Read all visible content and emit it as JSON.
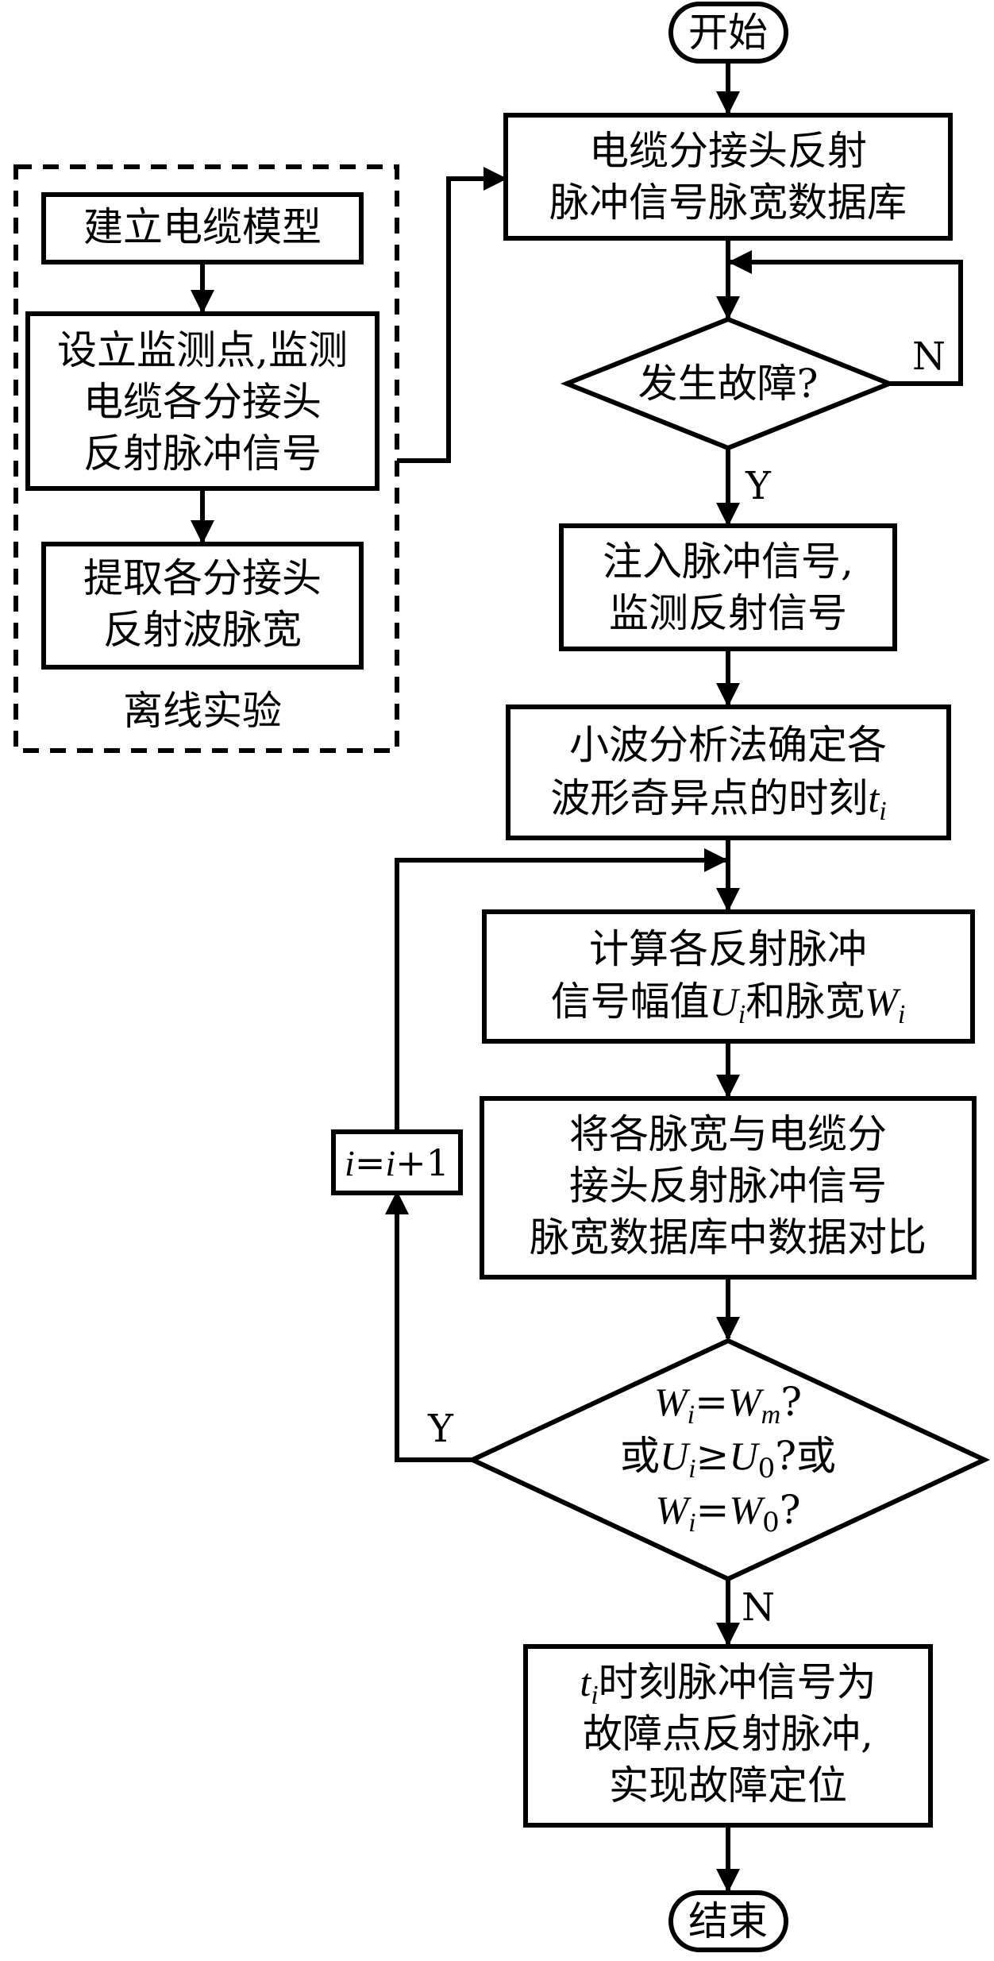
{
  "nodes": {
    "start": "开始",
    "end": "结束",
    "database": [
      "电缆分接头反射",
      "脉冲信号脉宽数据库"
    ],
    "fault_check": "发生故障?",
    "inject": [
      "注入脉冲信号,",
      "监测反射信号"
    ],
    "wavelet": [
      "小波分析法确定各",
      "波形奇异点的时刻"
    ],
    "wavelet_var": "t",
    "wavelet_sub": "i",
    "calc_line1": "计算各反射脉冲",
    "calc_line2_a": "信号幅值",
    "calc_U": "U",
    "calc_U_sub": "i",
    "calc_line2_b": "和脉宽",
    "calc_W": "W",
    "calc_W_sub": "i",
    "compare": [
      "将各脉宽与电缆分",
      "接头反射脉冲信号",
      "脉宽数据库中数据对比"
    ],
    "decision": {
      "line1": [
        "W",
        "i",
        "=",
        "W",
        "m",
        "?"
      ],
      "line2": [
        "或",
        "U",
        "i",
        "≥",
        "U",
        "0",
        "?或"
      ],
      "line3": [
        "W",
        "i",
        "=",
        "W",
        "0",
        "?"
      ]
    },
    "increment": [
      "i",
      "=",
      "i",
      "+1"
    ],
    "result": {
      "var": "t",
      "var_sub": "i",
      "line1_rest": "时刻脉冲信号为",
      "line2": "故障点反射脉冲,",
      "line3": "实现故障定位"
    }
  },
  "offline": {
    "label": "离线实验",
    "build_model": "建立电缆模型",
    "monitor": [
      "设立监测点,监测",
      "电缆各分接头",
      "反射脉冲信号"
    ],
    "extract": [
      "提取各分接头",
      "反射波脉宽"
    ]
  },
  "edge_labels": {
    "no_fault": "N",
    "yes_fault": "Y",
    "yes_match": "Y",
    "no_match": "N"
  }
}
